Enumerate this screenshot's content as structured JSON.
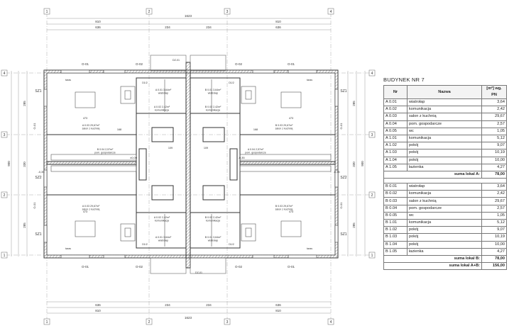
{
  "building_label": "BUDYNEK NR 7",
  "table": {
    "headers": [
      "Nr",
      "Nazwa",
      "[m²] wg. PN"
    ],
    "lokal_a": [
      {
        "nr": "A 0.01",
        "name": "wiatrołap",
        "area": "3,64"
      },
      {
        "nr": "A 0.02",
        "name": "komunikacja",
        "area": "2,42"
      },
      {
        "nr": "A 0.03",
        "name": "salon z kuchnią",
        "area": "29,67"
      },
      {
        "nr": "A 0.04",
        "name": "pom. gospodarcze",
        "area": "2,57"
      },
      {
        "nr": "A 0.05",
        "name": "wc",
        "area": "1,05"
      },
      {
        "nr": "A 1.01",
        "name": "komunikacja",
        "area": "5,12"
      },
      {
        "nr": "A 1.02",
        "name": "pokój",
        "area": "9,07"
      },
      {
        "nr": "A 1.03",
        "name": "pokój",
        "area": "10,19"
      },
      {
        "nr": "A 1.04",
        "name": "pokój",
        "area": "10,00"
      },
      {
        "nr": "A 1.05",
        "name": "łazienka",
        "area": "4,27"
      }
    ],
    "sum_a": {
      "label": "suma lokal A:",
      "value": "78,00"
    },
    "lokal_b": [
      {
        "nr": "B 0.01",
        "name": "wiatrołap",
        "area": "3,64"
      },
      {
        "nr": "B 0.02",
        "name": "komunikacja",
        "area": "2,42"
      },
      {
        "nr": "B 0.03",
        "name": "salon z kuchnią",
        "area": "29,67"
      },
      {
        "nr": "B 0.04",
        "name": "pom. gospodarcze",
        "area": "2,57"
      },
      {
        "nr": "B 0.05",
        "name": "wc",
        "area": "1,05"
      },
      {
        "nr": "B 1.01",
        "name": "komunikacja",
        "area": "5,12"
      },
      {
        "nr": "B 1.02",
        "name": "pokój",
        "area": "9,07"
      },
      {
        "nr": "B 1.03",
        "name": "pokój",
        "area": "10,19"
      },
      {
        "nr": "B 1.04",
        "name": "pokój",
        "area": "10,00"
      },
      {
        "nr": "B 1.05",
        "name": "łazienka",
        "area": "4,27"
      }
    ],
    "sum_b": {
      "label": "suma lokal B:",
      "value": "78,00"
    },
    "sum_ab": {
      "label": "suma lokal A+B:",
      "value": "156,00"
    }
  },
  "plan": {
    "grid_top": [
      "1",
      "2",
      "3",
      "4"
    ],
    "grid_bottom": [
      "1",
      "2",
      "3",
      "4"
    ],
    "grid_left": [
      "4",
      "3",
      "2",
      "1"
    ],
    "grid_right": [
      "4",
      "3",
      "2",
      "1"
    ],
    "dim_top_total": "1623",
    "dim_top_halves": [
      "810",
      "810"
    ],
    "dim_top_parts": [
      "636",
      "234",
      "234",
      "636"
    ],
    "dim_bottom_total": "1623",
    "dim_bottom_halves": [
      "810",
      "810"
    ],
    "dim_bottom_parts": [
      "636",
      "234",
      "234",
      "636"
    ],
    "dim_left_total": "900",
    "dim_left_parts": [
      "285",
      "330",
      "285"
    ],
    "dim_right_total": "900",
    "dim_right_parts": [
      "285",
      "330",
      "285"
    ],
    "window_codes": {
      "top": [
        "O-01",
        "O-02",
        "O-02",
        "O-01"
      ],
      "bottom": [
        "O-01",
        "O-02",
        "O-02",
        "O-01"
      ],
      "left": [
        "SZ1",
        "SZ2",
        "SZ1"
      ],
      "right": [
        "SZ1",
        "SZ2",
        "SZ1"
      ],
      "side": [
        "O-01",
        "O-01",
        "O-01",
        "O-01"
      ]
    },
    "room_tags": [
      {
        "id": "A 0.03",
        "area": "29,67m²",
        "name": "salon z kuchnią"
      },
      {
        "id": "B 0.03",
        "area": "29,67m²",
        "name": "salon z kuchnią"
      },
      {
        "id": "A 0.03",
        "area": "29,67m²",
        "name": "salon z kuchnią"
      },
      {
        "id": "B 0.03",
        "area": "29,67m²",
        "name": "salon z kuchnią"
      },
      {
        "id": "B 0.04",
        "area": "2,57m²",
        "name": "pom. gospodarcze"
      },
      {
        "id": "A 0.04",
        "area": "2,57m²",
        "name": "pom. gospodarcze"
      },
      {
        "id": "A 0.01",
        "area": "3,64m²",
        "name": "wiatrołap"
      },
      {
        "id": "B 0.01",
        "area": "3,64m²",
        "name": "wiatrołap"
      },
      {
        "id": "A 0.01",
        "area": "3,64m²",
        "name": "wiatrołap"
      },
      {
        "id": "B 0.01",
        "area": "3,64m²",
        "name": "wiatrołap"
      },
      {
        "id": "A 0.02",
        "area": "2,42m²",
        "name": "komunikacja"
      },
      {
        "id": "B 0.02",
        "area": "2,42m²",
        "name": "komunikacja"
      },
      {
        "id": "A 0.02",
        "area": "2,42m²",
        "name": "komunikacja"
      },
      {
        "id": "B 0.02",
        "area": "2,42m²",
        "name": "komunikacja"
      }
    ],
    "levels": [
      "-0,35",
      "±0,00",
      "-0,35",
      "-0,35"
    ],
    "door_codes": [
      "D1/2",
      "D1/2",
      "D1/2",
      "D1/2",
      "DZ-01",
      "DZ-01"
    ],
    "terrace": "taras",
    "room_dims": [
      "473",
      "473",
      "473",
      "473",
      "168",
      "168",
      "109",
      "109"
    ],
    "stair_label": "pom. gospodarcze"
  }
}
